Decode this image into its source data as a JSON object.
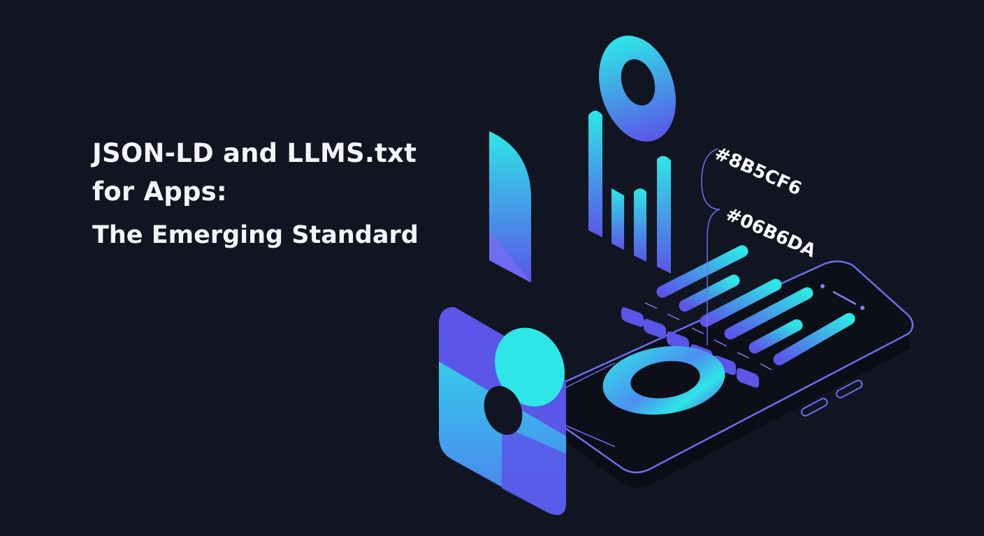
{
  "title": {
    "line1": "JSON-LD and LLMS.txt",
    "line2": "for Apps:",
    "subtitle": "The Emerging Standard"
  },
  "labels": {
    "color_primary": "#8B5CF6",
    "color_secondary": "#06B6DA"
  },
  "colors": {
    "background": "#111522",
    "cyan": "#2EE6E6",
    "violet": "#5B55E8",
    "phone_outline": "#6B6FF0"
  },
  "illustration": {
    "elements": [
      "document-panel-icon",
      "bar-chart-icon",
      "ring-icon",
      "phone-device",
      "app-tile-icon"
    ]
  }
}
